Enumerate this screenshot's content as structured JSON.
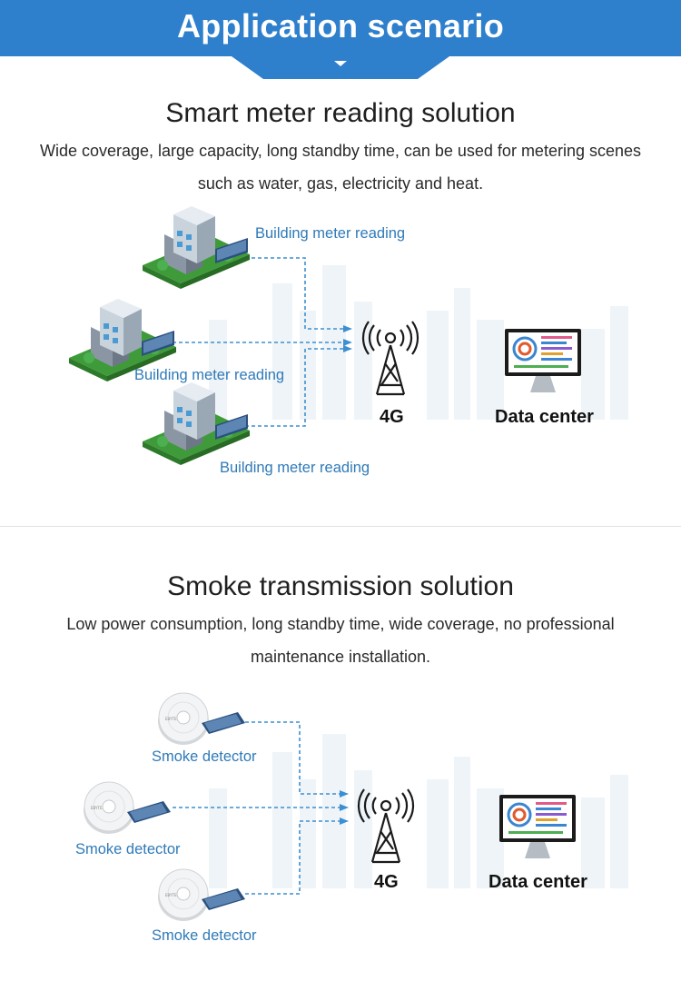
{
  "header": {
    "title": "Application scenario"
  },
  "sections": [
    {
      "title": "Smart meter reading solution",
      "description": "Wide coverage, large capacity, long standby time, can be used for metering scenes such as water, gas, electricity and heat.",
      "sources": [
        {
          "label": "Building meter reading",
          "icon": "building-icon"
        },
        {
          "label": "Building meter reading",
          "icon": "building-icon"
        },
        {
          "label": "Building meter reading",
          "icon": "building-icon"
        }
      ],
      "network": {
        "label": "4G",
        "icon": "tower-icon"
      },
      "center": {
        "label": "Data center",
        "icon": "monitor-icon"
      }
    },
    {
      "title": "Smoke transmission solution",
      "description": "Low power consumption, long standby time, wide coverage, no professional maintenance installation.",
      "sources": [
        {
          "label": "Smoke detector",
          "icon": "smoke-detector-icon"
        },
        {
          "label": "Smoke detector",
          "icon": "smoke-detector-icon"
        },
        {
          "label": "Smoke detector",
          "icon": "smoke-detector-icon"
        }
      ],
      "network": {
        "label": "4G",
        "icon": "tower-icon"
      },
      "center": {
        "label": "Data center",
        "icon": "monitor-icon"
      }
    }
  ],
  "colors": {
    "banner": "#2e7fcc",
    "label": "#2f7ab8",
    "connector": "#3c8fd0"
  }
}
